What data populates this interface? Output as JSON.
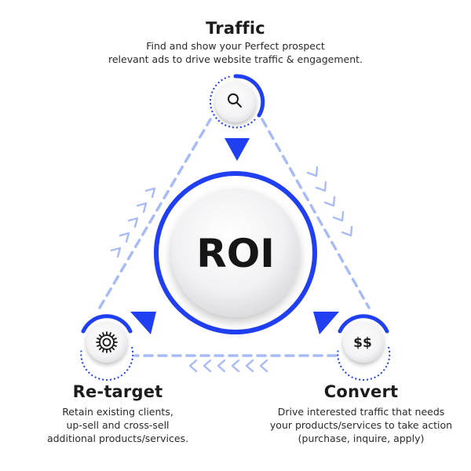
{
  "center": {
    "label": "ROI"
  },
  "traffic": {
    "title": "Traffic",
    "description": [
      "Find and show your Perfect prospect",
      "relevant ads to drive website traffic & engagement."
    ],
    "icon": "search-icon"
  },
  "retarget": {
    "title": "Re-target",
    "description": [
      "Retain existing clients,",
      "up-sell and cross-sell",
      "additional products/services."
    ],
    "icon": "gear-icon"
  },
  "convert": {
    "title": "Convert",
    "description": [
      "Drive interested traffic that needs",
      "your products/services to take action",
      "(purchase, inquire, apply)"
    ],
    "icon_label": "$$"
  },
  "colors": {
    "accent": "#1f3ff0",
    "dashed": "#a9bbf5",
    "text": "#1c1c1c"
  }
}
